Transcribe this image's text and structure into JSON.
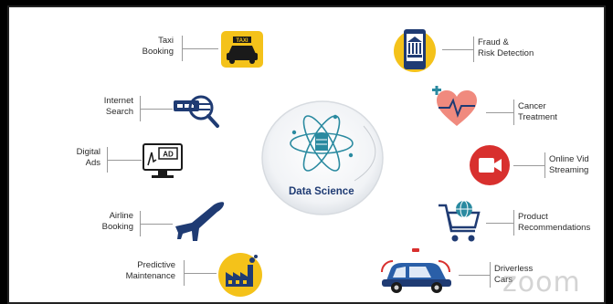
{
  "colors": {
    "navy": "#1f3b73",
    "teal": "#2a8aa0",
    "red": "#d8302e",
    "yellow": "#f4c21a",
    "connector": "#9a9a9a"
  },
  "center": {
    "title": "Data Science",
    "icon": "atom-database-icon"
  },
  "applications": {
    "taxi": "Taxi\nBooking",
    "internet_search": "Internet\nSearch",
    "digital_ads": "Digital\nAds",
    "airline": "Airline\nBooking",
    "predictive": "Predictive\nMaintenance",
    "fraud": "Fraud &\nRisk Detection",
    "cancer": "Cancer\nTreatment",
    "video": "Online Vid\nStreaming",
    "product": "Product\nRecommendations",
    "driverless": "Driverless\nCars"
  },
  "icons": {
    "taxi": "taxi-icon",
    "internet_search": "search-icon",
    "digital_ads": "ad-monitor-icon",
    "airline": "airplane-icon",
    "predictive": "factory-icon",
    "fraud": "bank-phone-icon",
    "cancer": "heart-health-icon",
    "video": "video-camera-icon",
    "product": "shopping-cart-icon",
    "driverless": "car-icon"
  },
  "ad_icon_text": "AD",
  "taxi_sign_text": "TAXI",
  "watermark": "zoom"
}
